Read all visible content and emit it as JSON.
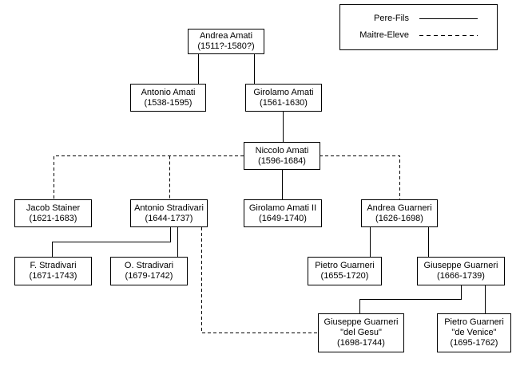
{
  "legend": {
    "pere_fils_label": "Pere-Fils",
    "maitre_eleve_label": "Maitre-Eleve"
  },
  "nodes": {
    "andrea_amati": {
      "name": "Andrea Amati",
      "dates": "(1511?-1580?)"
    },
    "antonio_amati": {
      "name": "Antonio Amati",
      "dates": "(1538-1595)"
    },
    "girolamo_amati": {
      "name": "Girolamo Amati",
      "dates": "(1561-1630)"
    },
    "niccolo_amati": {
      "name": "Niccolo Amati",
      "dates": "(1596-1684)"
    },
    "jacob_stainer": {
      "name": "Jacob Stainer",
      "dates": "(1621-1683)"
    },
    "antonio_stradivari": {
      "name": "Antonio Stradivari",
      "dates": "(1644-1737)"
    },
    "girolamo_amati_ii": {
      "name": "Girolamo Amati II",
      "dates": "(1649-1740)"
    },
    "andrea_guarneri": {
      "name": "Andrea Guarneri",
      "dates": "(1626-1698)"
    },
    "f_stradivari": {
      "name": "F. Stradivari",
      "dates": "(1671-1743)"
    },
    "o_stradivari": {
      "name": "O. Stradivari",
      "dates": "(1679-1742)"
    },
    "pietro_guarneri": {
      "name": "Pietro Guarneri",
      "dates": "(1655-1720)"
    },
    "giuseppe_guarneri": {
      "name": "Giuseppe Guarneri",
      "dates": "(1666-1739)"
    },
    "giuseppe_guarneri_del_gesu": {
      "name": "Giuseppe Guarneri",
      "alias": "\"del Gesu\"",
      "dates": "(1698-1744)"
    },
    "pietro_guarneri_de_venice": {
      "name": "Pietro Guarneri",
      "alias": "\"de Venice\"",
      "dates": "(1695-1762)"
    }
  },
  "relations": {
    "pere_fils": [
      {
        "parent": "Andrea Amati",
        "child": "Antonio Amati"
      },
      {
        "parent": "Andrea Amati",
        "child": "Girolamo Amati"
      },
      {
        "parent": "Girolamo Amati",
        "child": "Niccolo Amati"
      },
      {
        "parent": "Niccolo Amati",
        "child": "Girolamo Amati II"
      },
      {
        "parent": "Antonio Stradivari",
        "child": "F. Stradivari"
      },
      {
        "parent": "Antonio Stradivari",
        "child": "O. Stradivari"
      },
      {
        "parent": "Andrea Guarneri",
        "child": "Pietro Guarneri"
      },
      {
        "parent": "Andrea Guarneri",
        "child": "Giuseppe Guarneri"
      },
      {
        "parent": "Giuseppe Guarneri",
        "child": "Giuseppe Guarneri \"del Gesu\""
      },
      {
        "parent": "Giuseppe Guarneri",
        "child": "Pietro Guarneri \"de Venice\""
      }
    ],
    "maitre_eleve": [
      {
        "master": "Niccolo Amati",
        "student": "Jacob Stainer"
      },
      {
        "master": "Niccolo Amati",
        "student": "Antonio Stradivari"
      },
      {
        "master": "Niccolo Amati",
        "student": "Andrea Guarneri"
      },
      {
        "master": "Antonio Stradivari",
        "student": "Giuseppe Guarneri \"del Gesu\""
      }
    ]
  },
  "colors": {
    "background": "#ffffff",
    "line": "#000000",
    "box_border": "#000000",
    "text": "#000000"
  }
}
